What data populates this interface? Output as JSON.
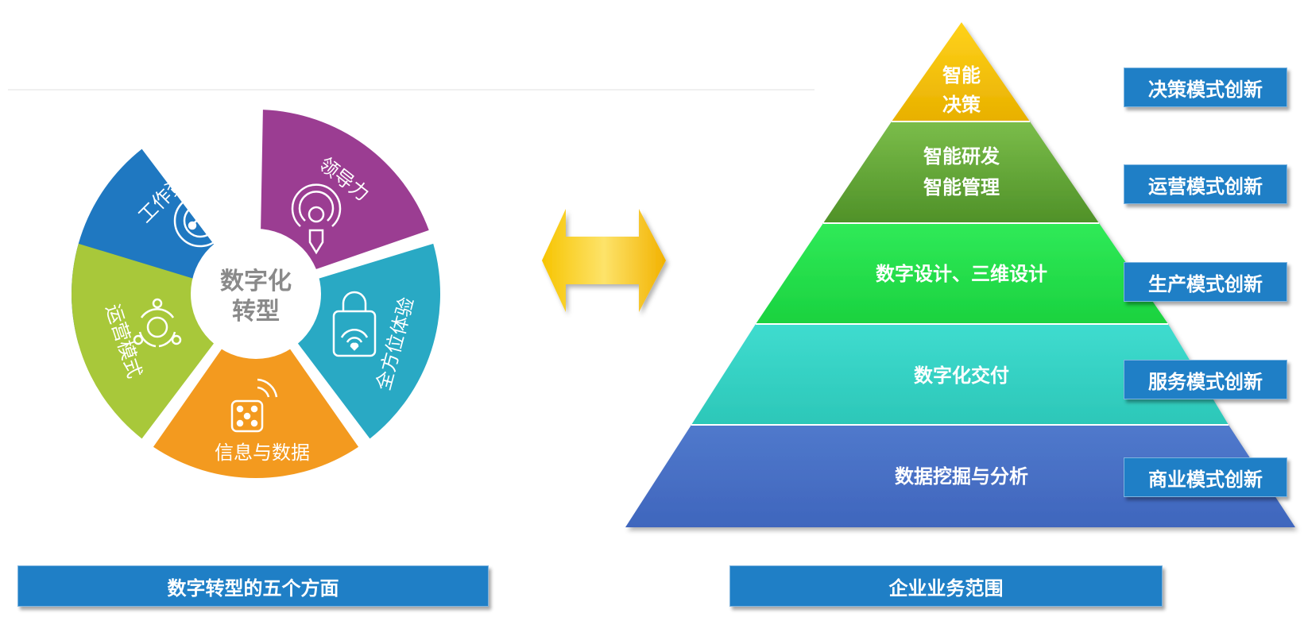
{
  "wheel": {
    "center_line1": "数字化",
    "center_line2": "转型",
    "segments": [
      {
        "label": "工作资源",
        "color": "#1f78c1",
        "icon": "people-network-icon"
      },
      {
        "label": "领导力",
        "color": "#9b3d92",
        "icon": "leader-person-icon"
      },
      {
        "label": "全方位体验",
        "color": "#29a9c4",
        "icon": "shopping-bag-wifi-icon"
      },
      {
        "label": "信息与数据",
        "color": "#f39a1f",
        "icon": "data-signal-icon"
      },
      {
        "label": "运营模式",
        "color": "#a8c83a",
        "icon": "hub-cycle-icon"
      }
    ]
  },
  "pyramid": {
    "levels": [
      {
        "lines": [
          "智能",
          "决策"
        ],
        "color": "#f2c000"
      },
      {
        "lines": [
          "智能研发",
          "智能管理"
        ],
        "color": "#6aaa3a"
      },
      {
        "lines": [
          "数字设计、三维设计"
        ],
        "color": "#23e04a"
      },
      {
        "lines": [
          "数字化交付"
        ],
        "color": "#33d3c4"
      },
      {
        "lines": [
          "数据挖掘与分析"
        ],
        "color": "#4a72c8"
      }
    ]
  },
  "modes": [
    "决策模式创新",
    "运营模式创新",
    "生产模式创新",
    "服务模式创新",
    "商业模式创新"
  ],
  "captions": {
    "left": "数字转型的五个方面",
    "right": "企业业务范围"
  },
  "colors": {
    "caption_bg": "#1f7fc6",
    "arrow": "#f5b800"
  }
}
